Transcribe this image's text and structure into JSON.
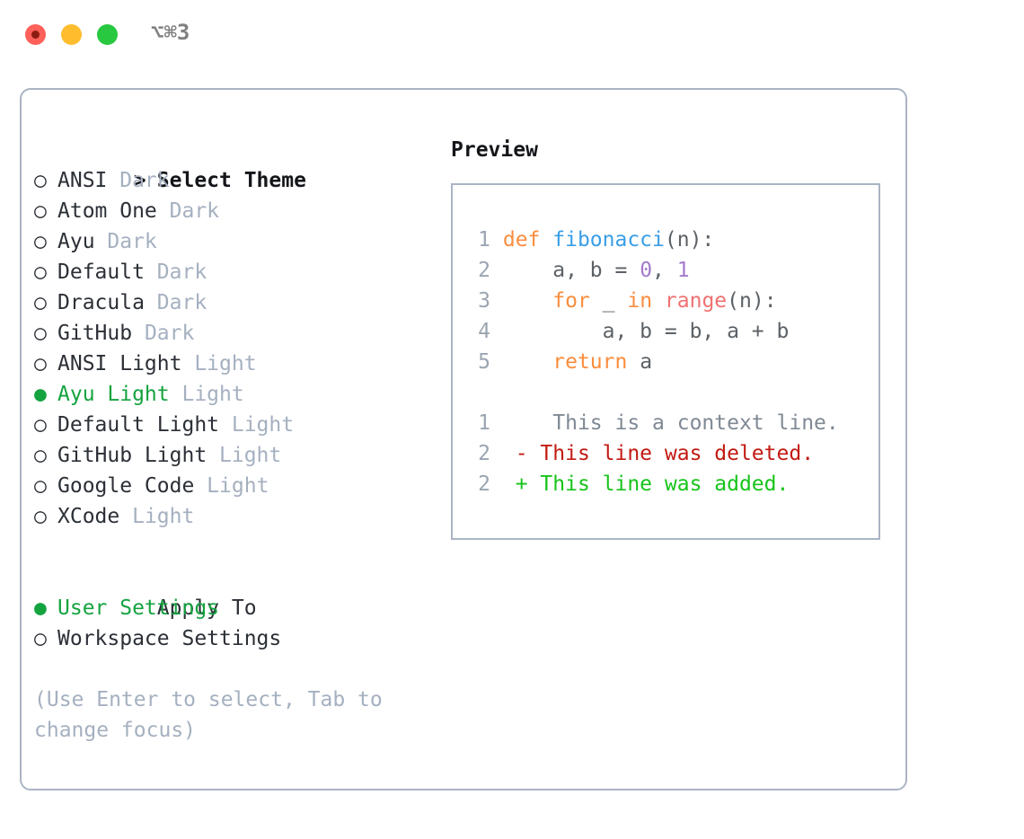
{
  "titlebar": {
    "shortcut": "⌥⌘3",
    "buttons": {
      "close": "close",
      "minimize": "minimize",
      "maximize": "maximize"
    }
  },
  "theme_picker": {
    "prompt": ">",
    "heading": "Select Theme",
    "marker_selected": "●",
    "marker_unselected": "○",
    "items": [
      {
        "name": "ANSI",
        "kind": "Dark",
        "selected": false
      },
      {
        "name": "Atom One",
        "kind": "Dark",
        "selected": false
      },
      {
        "name": "Ayu",
        "kind": "Dark",
        "selected": false
      },
      {
        "name": "Default",
        "kind": "Dark",
        "selected": false
      },
      {
        "name": "Dracula",
        "kind": "Dark",
        "selected": false
      },
      {
        "name": "GitHub",
        "kind": "Dark",
        "selected": false
      },
      {
        "name": "ANSI Light",
        "kind": "Light",
        "selected": false
      },
      {
        "name": "Ayu Light",
        "kind": "Light",
        "selected": true
      },
      {
        "name": "Default Light",
        "kind": "Light",
        "selected": false
      },
      {
        "name": "GitHub Light",
        "kind": "Light",
        "selected": false
      },
      {
        "name": "Google Code",
        "kind": "Light",
        "selected": false
      },
      {
        "name": "XCode",
        "kind": "Light",
        "selected": false
      }
    ]
  },
  "apply_to": {
    "heading": "Apply To",
    "items": [
      {
        "name": "User Settings",
        "selected": true
      },
      {
        "name": "Workspace Settings",
        "selected": false
      }
    ]
  },
  "hint": "(Use Enter to select, Tab to change focus)",
  "preview": {
    "title": "Preview",
    "code_lines": [
      {
        "number": "1",
        "tokens": [
          {
            "text": "def ",
            "type": "kw"
          },
          {
            "text": "fibonacci",
            "type": "fn"
          },
          {
            "text": "(n):",
            "type": "plain"
          }
        ]
      },
      {
        "number": "2",
        "tokens": [
          {
            "text": "    a, b = ",
            "type": "plain"
          },
          {
            "text": "0",
            "type": "num"
          },
          {
            "text": ", ",
            "type": "plain"
          },
          {
            "text": "1",
            "type": "num"
          }
        ]
      },
      {
        "number": "3",
        "tokens": [
          {
            "text": "    ",
            "type": "plain"
          },
          {
            "text": "for",
            "type": "kw"
          },
          {
            "text": " _ ",
            "type": "plain"
          },
          {
            "text": "in",
            "type": "kw"
          },
          {
            "text": " ",
            "type": "plain"
          },
          {
            "text": "range",
            "type": "builtin"
          },
          {
            "text": "(n):",
            "type": "plain"
          }
        ]
      },
      {
        "number": "4",
        "tokens": [
          {
            "text": "        a, b = b, a + b",
            "type": "plain"
          }
        ]
      },
      {
        "number": "5",
        "tokens": [
          {
            "text": "    ",
            "type": "plain"
          },
          {
            "text": "return",
            "type": "kw"
          },
          {
            "text": " a",
            "type": "plain"
          }
        ]
      }
    ],
    "diff_lines": [
      {
        "number": "1",
        "marker": " ",
        "text": "  This is a context line.",
        "type": "ctx"
      },
      {
        "number": "2",
        "marker": "-",
        "text": " This line was deleted.",
        "type": "del"
      },
      {
        "number": "2",
        "marker": "+",
        "text": " This line was added.",
        "type": "add"
      }
    ]
  },
  "colors": {
    "accent_green": "#14a33f",
    "muted": "#a5b0c0",
    "border": "#aab4c4",
    "keyword": "#fa8d3e",
    "function": "#399ee6",
    "number": "#a37acc",
    "builtin": "#f07171",
    "plain": "#5c6166",
    "diff_add": "#16c41a",
    "diff_del": "#c21a12",
    "gutter": "#9aa5b1",
    "dot_close": "#ff6059",
    "dot_min": "#ffbd2e",
    "dot_max": "#28c840"
  }
}
